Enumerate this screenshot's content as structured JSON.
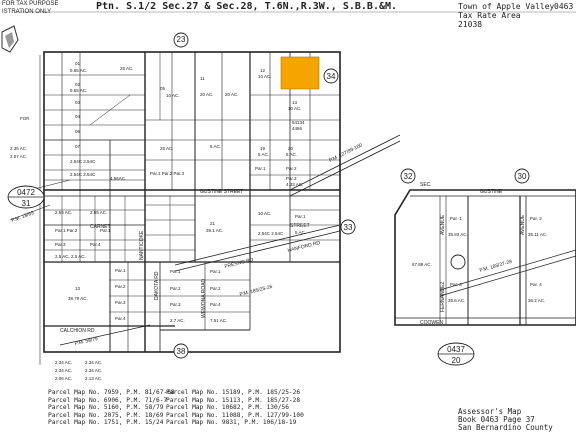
{
  "header": {
    "disclaimer_line1": "FOR TAX PURPOSE",
    "disclaimer_line2": "ISTRATION ONLY",
    "title": "Ptn. S.1/2 Sec.27 & Sec.28, T.6N.,R.3W., S.B.B.&M.",
    "town": "Town of Apple Valley",
    "book_partial": "0463",
    "tax_rate_label": "Tax Rate Area",
    "tax_rate": "21038"
  },
  "map_labels": {
    "page_23": "23",
    "page_34": "34",
    "page_38": "38",
    "page_33": "33",
    "page_32": "32",
    "page_30": "30",
    "book_0472": "0472",
    "book_0472_page": "31",
    "book_0437": "0437",
    "book_0437_page": "20",
    "pm_12799": "P.M. 127/99-100",
    "pm_185": "P.M. 185/25-26",
    "pm_5879": "P.M. 58/79",
    "pm_18527": "P.M. 185/27-28",
    "pm_1869": "P.M. 18/69",
    "gustine_street": "GUSTINE STREET",
    "gustine": "GUSTINE",
    "carnet": "CARNET",
    "nanticoke": "NANTICOKE",
    "fresno_rd": "FRESNO RD",
    "hanford_rd": "HANFORD RD",
    "calchion_rd": "CALCHION RD",
    "dakota_rd": "DAKOTA RD",
    "wewona_road": "WEWONA ROAD",
    "coowen": "COOWEN",
    "fernandez": "FERNANDEZ",
    "avenue": "AVENUE",
    "street": "STREET",
    "sec": "SEC."
  },
  "parcel_maps_col1": [
    "Parcel Map No. 7959, P.M. 81/67-68",
    "Parcel Map No. 6906, P.M. 71/6-7",
    "Parcel Map No. 5160, P.M. 58/79",
    "Parcel Map No. 2075, P.M. 18/69",
    "Parcel Map No. 1751, P.M. 15/24"
  ],
  "parcel_maps_col2": [
    "Parcel Map No. 15189, P.M. 185/25-26",
    "Parcel Map No. 15113, P.M. 185/27-28",
    "Parcel Map No. 10682, P.M. 130/56",
    "Parcel Map No. 11088, P.M. 127/99-100",
    "Parcel Map No. 9831, P.M. 106/18-19"
  ],
  "footer": {
    "line1": "Assessor's Map",
    "line2": "Book 0463 Page 37",
    "line3": "San Bernardino County"
  },
  "colors": {
    "highlight": "#f5a400",
    "line": "#222222"
  }
}
